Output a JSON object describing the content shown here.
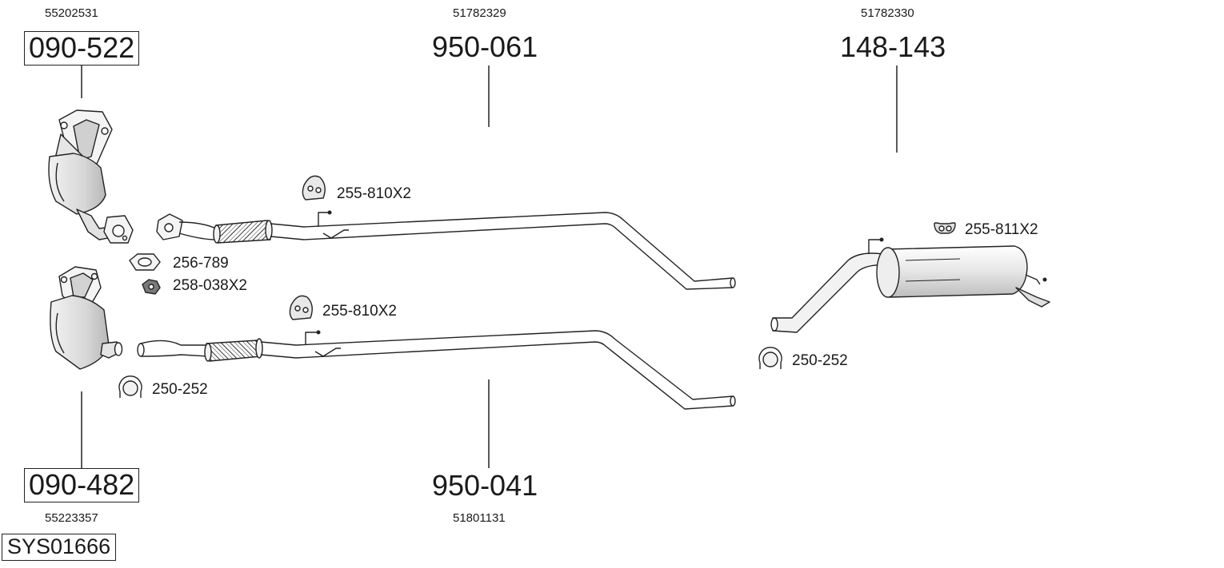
{
  "parts": {
    "cat_upper": {
      "oem": "55202531",
      "code": "090-522"
    },
    "pipe_upper": {
      "oem": "51782329",
      "code": "950-061"
    },
    "silencer_rear": {
      "oem": "51782330",
      "code": "148-143"
    },
    "cat_lower": {
      "oem": "55223357",
      "code": "090-482"
    },
    "pipe_lower": {
      "oem": "51801131",
      "code": "950-041"
    }
  },
  "accessories": {
    "hanger_upper": "255-810X2",
    "hanger_lower": "255-810X2",
    "hanger_rear": "255-811X2",
    "gasket": "256-789",
    "nut": "258-038X2",
    "clamp_left": "250-252",
    "clamp_rear": "250-252"
  },
  "system_code": "SYS01666"
}
